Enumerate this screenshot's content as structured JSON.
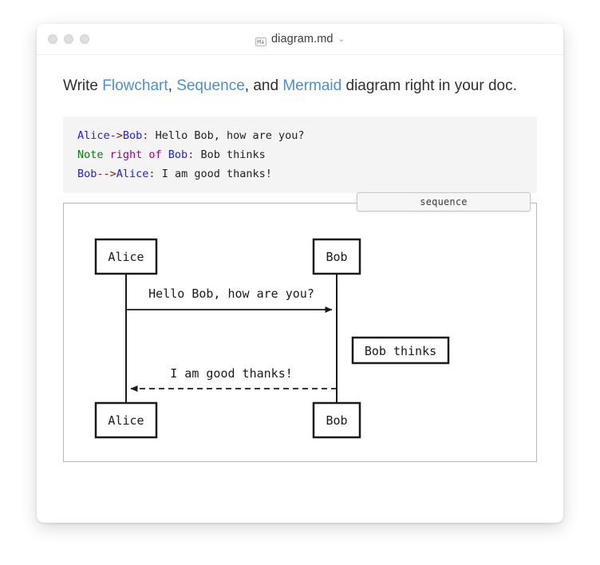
{
  "window": {
    "title": "diagram.md",
    "title_icon": "markdown-file-icon",
    "title_chevron": "⌄",
    "traffic_lights": [
      "close-button",
      "minimize-button",
      "zoom-button"
    ]
  },
  "document": {
    "lead": {
      "prefix": "Write ",
      "link1": "Flowchart",
      "sep1": ", ",
      "link2": "Sequence",
      "sep2": ", and ",
      "link3": "Mermaid",
      "suffix": " diagram right in your doc."
    },
    "code": {
      "lines": [
        {
          "tokens": [
            {
              "text": "Alice",
              "type": "actor"
            },
            {
              "text": "->",
              "type": "arrow"
            },
            {
              "text": "Bob",
              "type": "actor"
            },
            {
              "text": ":",
              "type": "colon"
            },
            {
              "text": " Hello Bob, how are you?",
              "type": "msg"
            }
          ]
        },
        {
          "tokens": [
            {
              "text": "Note",
              "type": "kw"
            },
            {
              "text": " right of ",
              "type": "pos"
            },
            {
              "text": "Bob",
              "type": "actor"
            },
            {
              "text": ":",
              "type": "colon"
            },
            {
              "text": " Bob thinks",
              "type": "msg"
            }
          ]
        },
        {
          "tokens": [
            {
              "text": "Bob",
              "type": "actor"
            },
            {
              "text": "-->",
              "type": "arrow"
            },
            {
              "text": "Alice",
              "type": "actor"
            },
            {
              "text": ":",
              "type": "colon"
            },
            {
              "text": " I am good thanks!",
              "type": "msg"
            }
          ]
        }
      ],
      "raw": [
        "Alice->Bob: Hello Bob, how are you?",
        "Note right of Bob: Bob thinks",
        "Bob-->Alice: I am good thanks!"
      ]
    },
    "diagram": {
      "type_selector_value": "sequence",
      "type_selector_options": [
        "sequence",
        "flowchart",
        "mermaid"
      ],
      "participants": [
        "Alice",
        "Bob"
      ],
      "top_boxes": [
        {
          "label": "Alice"
        },
        {
          "label": "Bob"
        }
      ],
      "bottom_boxes": [
        {
          "label": "Alice"
        },
        {
          "label": "Bob"
        }
      ],
      "messages": [
        {
          "text": "Hello Bob, how are you?",
          "from": "Alice",
          "to": "Bob",
          "style": "solid",
          "direction": "right"
        },
        {
          "text": "I am good thanks!",
          "from": "Bob",
          "to": "Alice",
          "style": "dashed",
          "direction": "left"
        }
      ],
      "notes": [
        {
          "text": "Bob thinks",
          "position": "right of",
          "actor": "Bob"
        }
      ]
    }
  },
  "colors": {
    "link": "#4d8ed6",
    "code_bg": "#f4f4f4",
    "actor_token": "#2222dd",
    "arrow_token": "#8b1a1a",
    "keyword_token": "#008000",
    "position_token": "#99008b",
    "diagram_stroke": "#1a1a1a",
    "panel_border": "#b8b8b8"
  }
}
